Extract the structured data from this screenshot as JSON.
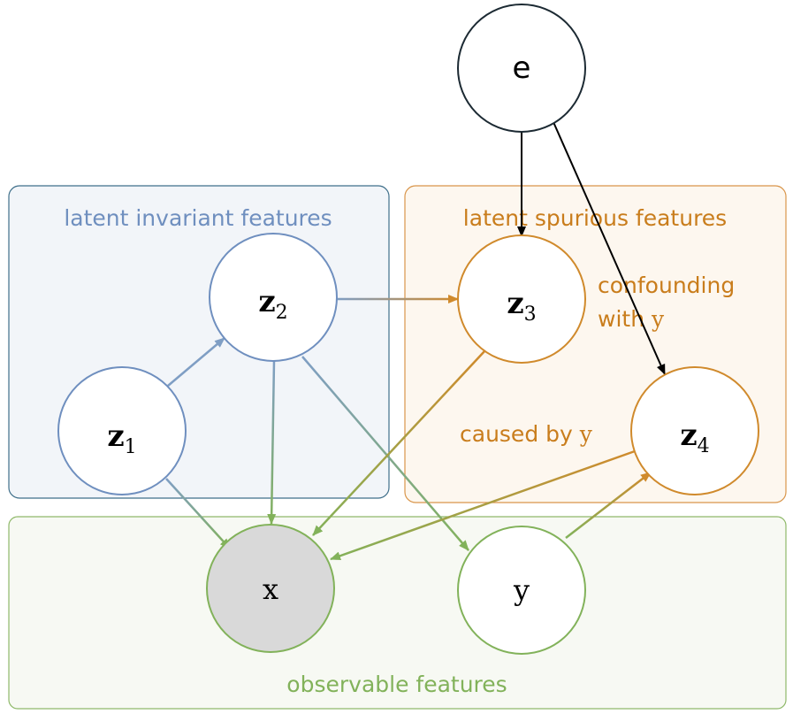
{
  "regions": {
    "invariant": {
      "label": "latent invariant features",
      "stroke": "#3f6f8a",
      "fill": "#f2f5f9",
      "text_color": "#6f8fbf"
    },
    "spurious": {
      "label": "latent spurious features",
      "stroke": "#d9954a",
      "fill": "#fdf7ef",
      "text_color": "#c97d1c"
    },
    "observable": {
      "label": "observable features",
      "stroke": "#8fb96a",
      "fill": "#f7f9f3",
      "text_color": "#82b25a"
    }
  },
  "nodes": {
    "e": {
      "label": "e"
    },
    "z1": {
      "base": "z",
      "sub": "1"
    },
    "z2": {
      "base": "z",
      "sub": "2"
    },
    "z3": {
      "base": "z",
      "sub": "3"
    },
    "z4": {
      "base": "z",
      "sub": "4"
    },
    "x": {
      "label": "x"
    },
    "y": {
      "label": "y"
    }
  },
  "annotations": {
    "confounding_line1": "confounding",
    "confounding_line2_prefix": "with ",
    "confounding_line2_var": "y",
    "caused_by_prefix": "caused by ",
    "caused_by_var": "y"
  },
  "colors": {
    "blue_edge": "#7f9ec4",
    "blue_node": "#6f8fbf",
    "orange": "#d08a2c",
    "green": "#82b25a",
    "black": "#000000",
    "e_stroke": "#1c2a33",
    "x_fill": "#d9d9d9"
  }
}
